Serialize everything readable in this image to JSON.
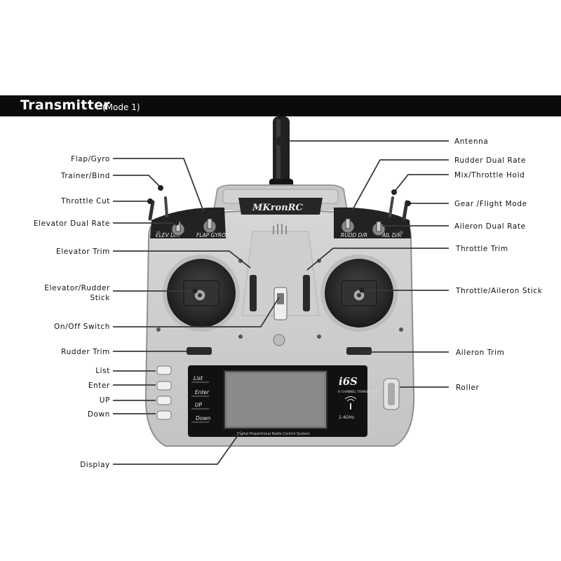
{
  "header": {
    "title": "Transmitter",
    "mode": "(Mode 1)"
  },
  "brand": {
    "logo": "MKronRC",
    "model": "i6S",
    "channel": "6 CHANNEL TRANSMITTER",
    "frequency": "2.4GHz",
    "strip": "Digital Proportional Radio Control System"
  },
  "panel_buttons": [
    "List",
    "Enter",
    "UP",
    "Down"
  ],
  "labels": {
    "flap_gyro": "Flap/Gyro",
    "trainer_bind": "Trainer/Bind",
    "throttle_cut": "Throttle Cut",
    "elevator_dual_rate": "Elevator Dual Rate",
    "elevator_trim": "Elevator Trim",
    "elevator_rudder_stick_1": "Elevator/Rudder",
    "elevator_rudder_stick_2": "Stick",
    "on_off_switch": "On/Off Switch",
    "rudder_trim": "Rudder Trim",
    "list": "List",
    "enter": "Enter",
    "up": "UP",
    "down": "Down",
    "display": "Display",
    "antenna": "Antenna",
    "rudder_dual_rate": "Rudder Dual Rate",
    "mix_throttle_hold": "Mix/Throttle Hold",
    "gear_flight_mode": "Gear  /Flight Mode",
    "aileron_dual_rate": "Aileron Dual Rate",
    "throttle_trim": "Throttle Trim",
    "throttle_aileron_stick": "Throttle/Aileron Stick",
    "aileron_trim": "Aileron Trim",
    "roller": "Roller"
  }
}
